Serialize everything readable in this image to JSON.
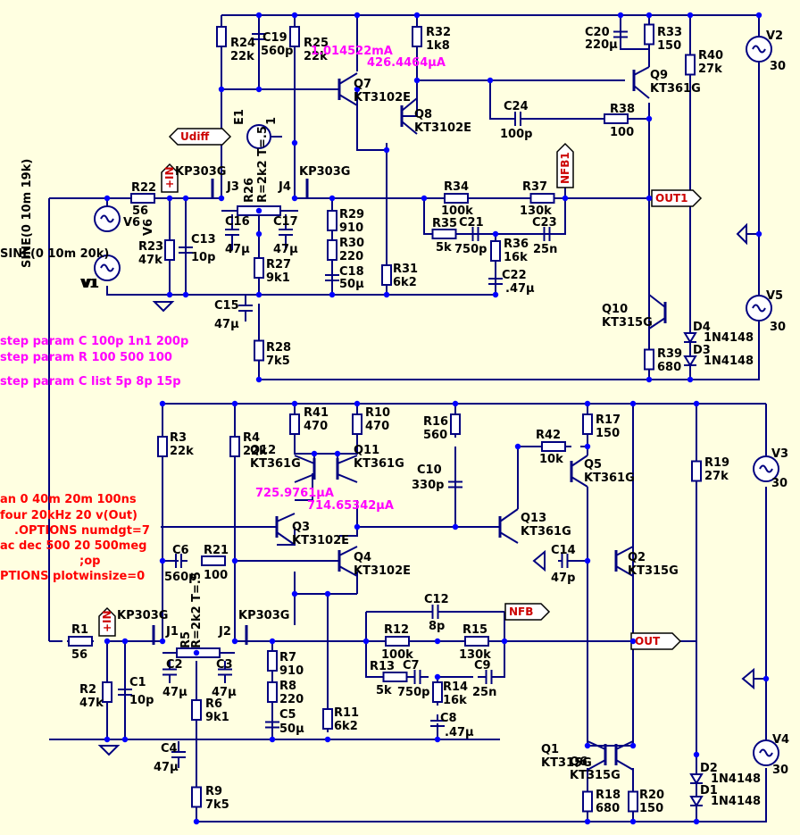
{
  "components": {
    "R24": {
      "name": "R24",
      "value": "22k"
    },
    "C19": {
      "name": "C19",
      "value": "560p"
    },
    "R25": {
      "name": "R25",
      "value": "22k"
    },
    "R32": {
      "name": "R32",
      "value": "1k8"
    },
    "C20": {
      "name": "C20",
      "value": "220µ"
    },
    "R33": {
      "name": "R33",
      "value": "150"
    },
    "V2": {
      "name": "V2",
      "value": "30"
    },
    "R40": {
      "name": "R40",
      "value": "27k"
    },
    "Q9": {
      "name": "Q9",
      "value": "KT361G"
    },
    "Q7": {
      "name": "Q7",
      "value": "KT3102E"
    },
    "Q8": {
      "name": "Q8",
      "value": "KT3102E"
    },
    "C24": {
      "name": "C24",
      "value": "100p"
    },
    "R38": {
      "name": "R38",
      "value": "100"
    },
    "E1": {
      "name": "E1",
      "value": "1"
    },
    "J3": {
      "name": "J3",
      "value": "KP303G"
    },
    "J4": {
      "name": "J4",
      "value": "KP303G"
    },
    "R26": {
      "name": "R26",
      "value": "R=2k2 T=.5"
    },
    "R22": {
      "name": "R22",
      "value": "56"
    },
    "V6": {
      "name": "V6",
      "value": "SINE(0 10m 19k)"
    },
    "V1": {
      "name": "V1",
      "value": "SINE(0 10m 20k)"
    },
    "R23": {
      "name": "R23",
      "value": "47k"
    },
    "C13": {
      "name": "C13",
      "value": "10p"
    },
    "C16": {
      "name": "C16",
      "value": "47µ"
    },
    "C17": {
      "name": "C17",
      "value": "47µ"
    },
    "R27": {
      "name": "R27",
      "value": "9k1"
    },
    "R29": {
      "name": "R29",
      "value": "910"
    },
    "R30": {
      "name": "R30",
      "value": "220"
    },
    "C18": {
      "name": "C18",
      "value": "50µ"
    },
    "R31": {
      "name": "R31",
      "value": "6k2"
    },
    "R34": {
      "name": "R34",
      "value": "100k"
    },
    "R35": {
      "name": "R35",
      "value": "5k"
    },
    "C21": {
      "name": "C21",
      "value": "750p"
    },
    "R36": {
      "name": "R36",
      "value": "16k"
    },
    "C22": {
      "name": "C22",
      "value": ".47µ"
    },
    "R37": {
      "name": "R37",
      "value": "130k"
    },
    "C23": {
      "name": "C23",
      "value": "25n"
    },
    "C15": {
      "name": "C15",
      "value": "47µ"
    },
    "R28": {
      "name": "R28",
      "value": "7k5"
    },
    "Q10": {
      "name": "Q10",
      "value": "KT315G"
    },
    "R39": {
      "name": "R39",
      "value": "680"
    },
    "D4": {
      "name": "D4",
      "value": "1N4148"
    },
    "D3": {
      "name": "D3",
      "value": "1N4148"
    },
    "V5": {
      "name": "V5",
      "value": "30"
    },
    "R3": {
      "name": "R3",
      "value": "22k"
    },
    "R4": {
      "name": "R4",
      "value": "22k"
    },
    "R41": {
      "name": "R41",
      "value": "470"
    },
    "R10": {
      "name": "R10",
      "value": "470"
    },
    "Q12": {
      "name": "Q12",
      "value": "KT361G"
    },
    "Q11": {
      "name": "Q11",
      "value": "KT361G"
    },
    "R16": {
      "name": "R16",
      "value": "560"
    },
    "C10": {
      "name": "C10",
      "value": "330p"
    },
    "R42": {
      "name": "R42",
      "value": "10k"
    },
    "R17": {
      "name": "R17",
      "value": "150"
    },
    "Q5": {
      "name": "Q5",
      "value": "KT361G"
    },
    "R19": {
      "name": "R19",
      "value": "27k"
    },
    "V3": {
      "name": "V3",
      "value": "30"
    },
    "Q3": {
      "name": "Q3",
      "value": "KT3102E"
    },
    "Q4": {
      "name": "Q4",
      "value": "KT3102E"
    },
    "Q13": {
      "name": "Q13",
      "value": "KT361G"
    },
    "C6": {
      "name": "C6",
      "value": "560p"
    },
    "R21": {
      "name": "R21",
      "value": "100"
    },
    "C14": {
      "name": "C14",
      "value": "47p"
    },
    "Q2": {
      "name": "Q2",
      "value": "KT315G"
    },
    "C12": {
      "name": "C12",
      "value": "8p"
    },
    "J1": {
      "name": "J1",
      "value": "KP303G"
    },
    "J2": {
      "name": "J2",
      "value": "KP303G"
    },
    "R5": {
      "name": "R5",
      "value": "R=2k2 T=.5"
    },
    "R1": {
      "name": "R1",
      "value": "56"
    },
    "R2": {
      "name": "R2",
      "value": "47k"
    },
    "C1": {
      "name": "C1",
      "value": "10p"
    },
    "C2": {
      "name": "C2",
      "value": "47µ"
    },
    "C3": {
      "name": "C3",
      "value": "47µ"
    },
    "R6": {
      "name": "R6",
      "value": "9k1"
    },
    "R7": {
      "name": "R7",
      "value": "910"
    },
    "R8": {
      "name": "R8",
      "value": "220"
    },
    "C5": {
      "name": "C5",
      "value": "50µ"
    },
    "R11": {
      "name": "R11",
      "value": "6k2"
    },
    "R12": {
      "name": "R12",
      "value": "100k"
    },
    "R13": {
      "name": "R13",
      "value": "5k"
    },
    "C7": {
      "name": "C7",
      "value": "750p"
    },
    "R14": {
      "name": "R14",
      "value": "16k"
    },
    "C8": {
      "name": "C8",
      "value": ".47µ"
    },
    "R15": {
      "name": "R15",
      "value": "130k"
    },
    "C9": {
      "name": "C9",
      "value": "25n"
    },
    "C4": {
      "name": "C4",
      "value": "47µ"
    },
    "R9": {
      "name": "R9",
      "value": "7k5"
    },
    "Q1": {
      "name": "Q1",
      "value": "KT315G"
    },
    "Q6": {
      "name": "Q6",
      "value": "KT315G"
    },
    "R18": {
      "name": "R18",
      "value": "680"
    },
    "R20": {
      "name": "R20",
      "value": "150"
    },
    "D2": {
      "name": "D2",
      "value": "1N4148"
    },
    "D1": {
      "name": "D1",
      "value": "1N4148"
    },
    "V4": {
      "name": "V4",
      "value": "30"
    }
  },
  "probes": {
    "q7_current": "1.014522mA",
    "q8_current": "426.4464µA",
    "q12_current": "725.9761µA",
    "q11_current": "714.65342µA"
  },
  "net_labels": {
    "udiff": "Udiff",
    "plus_in_top": "+IN",
    "nfb1": "NFB1",
    "out1": "OUT1",
    "plus_in_bottom": "+IN",
    "nfb": "NFB",
    "out": "OUT"
  },
  "directives": {
    "step_c": "step param C 100p 1n1 200p",
    "step_r": "step param R 100 500 100",
    "step_c_list": "step param C list 5p 8p 15p",
    "tran": "an 0 40m 20m 100ns",
    "four": "four 20kHz 20 v(Out)",
    "options_numdgt": ".OPTIONS numdgt=7",
    "ac": "ac dec 500 20 500meg",
    "op": ";op",
    "options_plotwinsize": "PTIONS plotwinsize=0"
  },
  "colors": {
    "background": "#ffffe1",
    "wire": "#000080",
    "node": "#0000ff",
    "probe": "#ff00ff",
    "directive": "#ff0000"
  }
}
